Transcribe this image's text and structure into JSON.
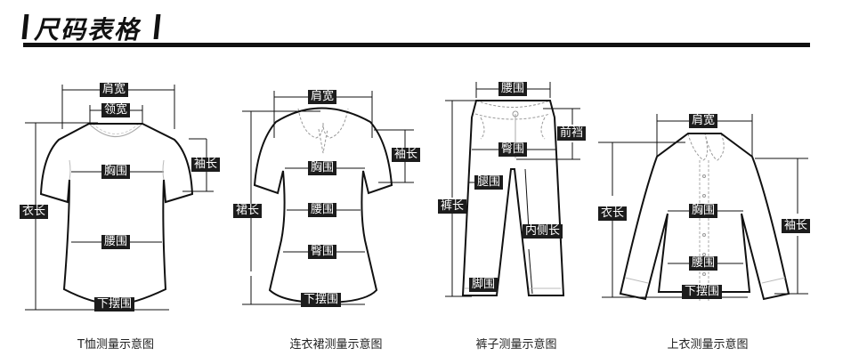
{
  "header": {
    "title": "尺码表格"
  },
  "diagrams": [
    {
      "id": "tshirt",
      "caption": "T恤测量示意图",
      "labels": {
        "shoulder": "肩宽",
        "neck": "领宽",
        "sleeve": "袖长",
        "chest": "胸围",
        "length": "衣长",
        "waist": "腰围",
        "hem": "下摆围"
      }
    },
    {
      "id": "dress",
      "caption": "连衣裙测量示意图",
      "labels": {
        "shoulder": "肩宽",
        "sleeve": "袖长",
        "chest": "胸围",
        "length": "裙长",
        "waist": "腰围",
        "hip": "臀围",
        "hem": "下摆围"
      }
    },
    {
      "id": "pants",
      "caption": "裤子测量示意图",
      "labels": {
        "waist": "腰围",
        "rise": "前裆",
        "hip": "臀围",
        "thigh": "腿围",
        "length": "裤长",
        "inseam": "内侧长",
        "leg_opening": "脚围"
      }
    },
    {
      "id": "shirt",
      "caption": "上衣测量示意图",
      "labels": {
        "shoulder": "肩宽",
        "length": "衣长",
        "chest": "胸围",
        "sleeve": "袖长",
        "waist": "腰围",
        "hem": "下摆围"
      }
    }
  ]
}
